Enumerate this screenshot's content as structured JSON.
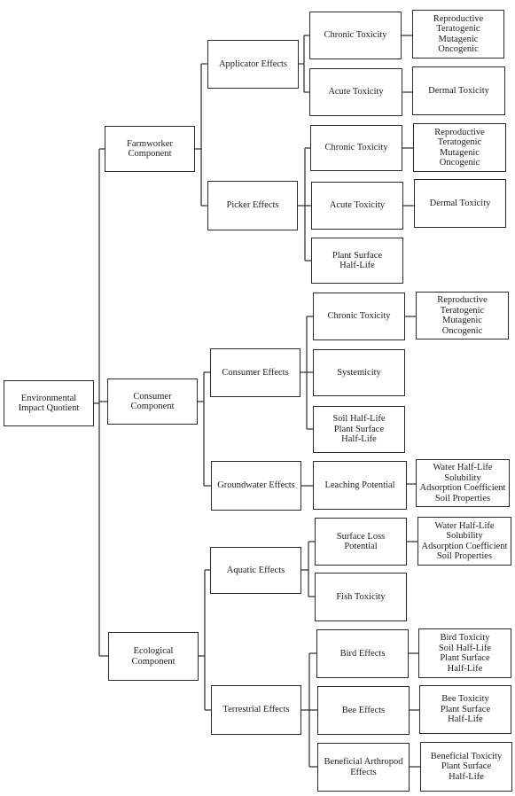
{
  "diagram": {
    "root": "Environmental\nImpact Quotient",
    "components": {
      "farmworker": "Farmworker\nComponent",
      "consumer": "Consumer\nComponent",
      "ecological": "Ecological\nComponent"
    },
    "effects": {
      "applicator": "Applicator Effects",
      "picker": "Picker Effects",
      "consumer": "Consumer Effects",
      "groundwater": "Groundwater Effects",
      "aquatic": "Aquatic Effects",
      "terrestrial": "Terrestrial Effects"
    },
    "factors": {
      "chronic_1": "Chronic Toxicity",
      "acute_1": "Acute Toxicity",
      "chronic_2": "Chronic Toxicity",
      "acute_2": "Acute Toxicity",
      "plant_surface_half_life": "Plant Surface\nHalf-Life",
      "chronic_3": "Chronic Toxicity",
      "systemicity": "Systemicity",
      "soil_plant_half_life": "Soil Half-Life\nPlant Surface\nHalf-Life",
      "leaching": "Leaching Potential",
      "surface_loss": "Surface Loss\nPotential",
      "fish": "Fish Toxicity",
      "bird": "Bird Effects",
      "bee": "Bee Effects",
      "beneficial": "Beneficial Arthropod\nEffects"
    },
    "details": {
      "repro_1": "Reproductive\nTeratogenic\nMutagenic\nOncogenic",
      "dermal_1": "Dermal Toxicity",
      "repro_2": "Reproductive\nTeratogenic\nMutagenic\nOncogenic",
      "dermal_2": "Dermal Toxicity",
      "repro_3": "Reproductive\nTeratogenic\nMutagenic\nOncogenic",
      "water_1": "Water Half-Life\nSolubility\nAdsorption Coefficient\nSoil Properties",
      "water_2": "Water Half-Life\nSolubility\nAdsorption Coefficient\nSoil Properties",
      "bird_tox": "Bird Toxicity\nSoil Half-Life\nPlant Surface\nHalf-Life",
      "bee_tox": "Bee Toxicity\nPlant Surface\nHalf-Life",
      "beneficial_tox": "Beneficial Toxicity\nPlant Surface\nHalf-Life"
    }
  }
}
